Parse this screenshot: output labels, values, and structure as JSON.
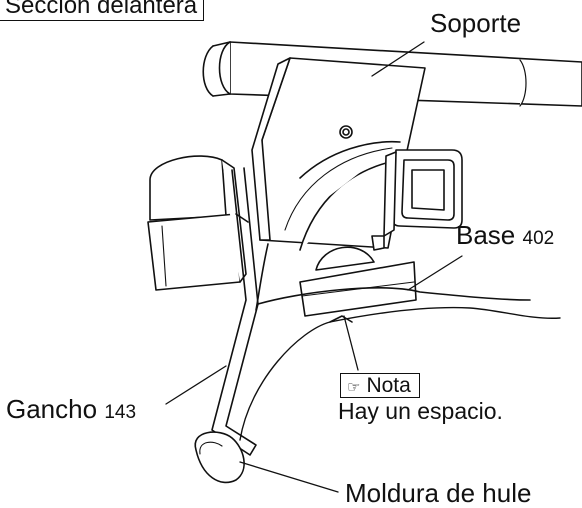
{
  "title": "Sección delantera",
  "labels": {
    "soporte": "Soporte",
    "base": "Base",
    "base_num": "402",
    "gancho": "Gancho",
    "gancho_num": "143",
    "nota": "Nota",
    "nota_text": "Hay un espacio.",
    "moldura": "Moldura de hule"
  },
  "icons": {
    "note": "pointing-hand-icon"
  }
}
